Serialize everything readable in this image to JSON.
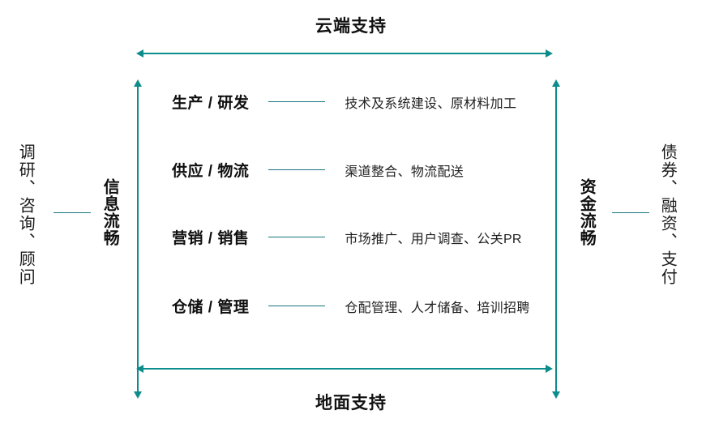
{
  "diagram": {
    "title_top": "云端支持",
    "title_bottom": "地面支持",
    "accent_color": "#0d8c8c",
    "line_color": "#17757f",
    "text_color": "#1a1a1a",
    "background": "#ffffff"
  },
  "left": {
    "outer_label": "调研、咨询、顾问",
    "inner_label": "信息流畅"
  },
  "right": {
    "inner_label": "资金流畅",
    "outer_label": "债券、融资、支付"
  },
  "rows": [
    {
      "label": "生产 / 研发",
      "desc": "技术及系统建设、原材料加工"
    },
    {
      "label": "供应 / 物流",
      "desc": "渠道整合、物流配送"
    },
    {
      "label": "营销 / 销售",
      "desc": "市场推广、用户调查、公关PR"
    },
    {
      "label": "仓储 / 管理",
      "desc": "仓配管理、人才储备、培训招聘"
    }
  ],
  "arrows": {
    "top": "horizontal-double-arrow",
    "bottom": "horizontal-double-arrow",
    "left": "vertical-double-arrow",
    "right": "vertical-double-arrow"
  }
}
